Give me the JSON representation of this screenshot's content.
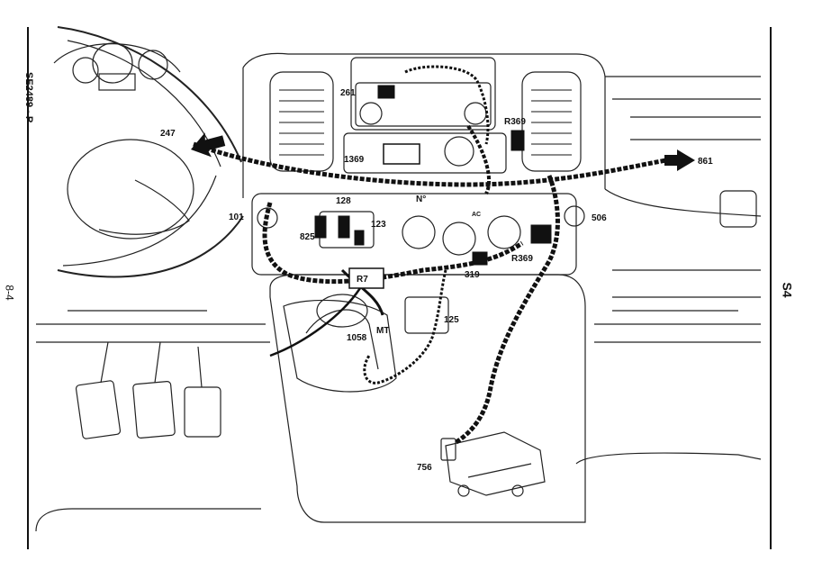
{
  "sheet": {
    "ref_code": "SE2489 - P",
    "page_number": "8-4",
    "section": "S4"
  },
  "callouts": {
    "c247": "247",
    "c861": "861",
    "c261": "261",
    "cR369_top": "R369",
    "c1369": "1369",
    "c128": "128",
    "cN": "N°",
    "c101": "101",
    "c123": "123",
    "c825": "825",
    "c506": "506",
    "cR369_right": "R369",
    "c319": "319",
    "cR7": "R7",
    "c125": "125",
    "c1058": "1058",
    "cMT": "MT",
    "c756": "756",
    "cAC": "AC"
  }
}
